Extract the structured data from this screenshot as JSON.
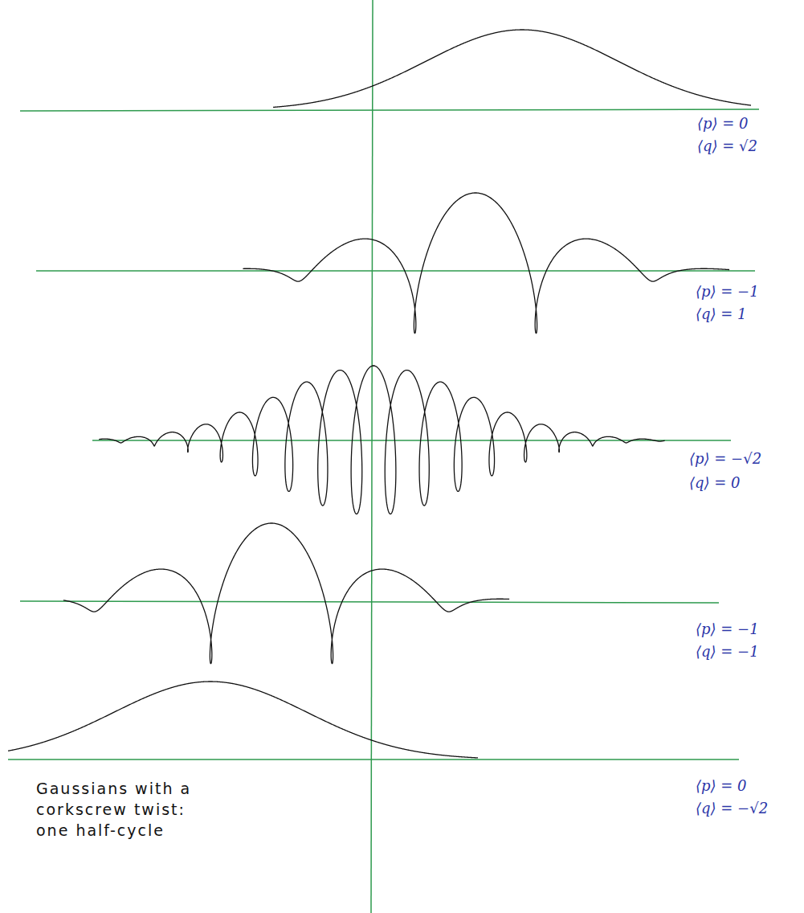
{
  "diagram": {
    "caption": "Gaussians with a corkscrew twist: one half-cycle",
    "labels": [
      "⟨p⟩ = 0",
      "⟨q⟩ = √2",
      "⟨p⟩ = −1",
      "⟨q⟩ = 1",
      "⟨p⟩ = −√2",
      "⟨q⟩ = 0",
      "⟨p⟩ = −1",
      "⟨q⟩ = −1",
      "⟨p⟩ = 0",
      "⟨q⟩ = −√2"
    ]
  }
}
